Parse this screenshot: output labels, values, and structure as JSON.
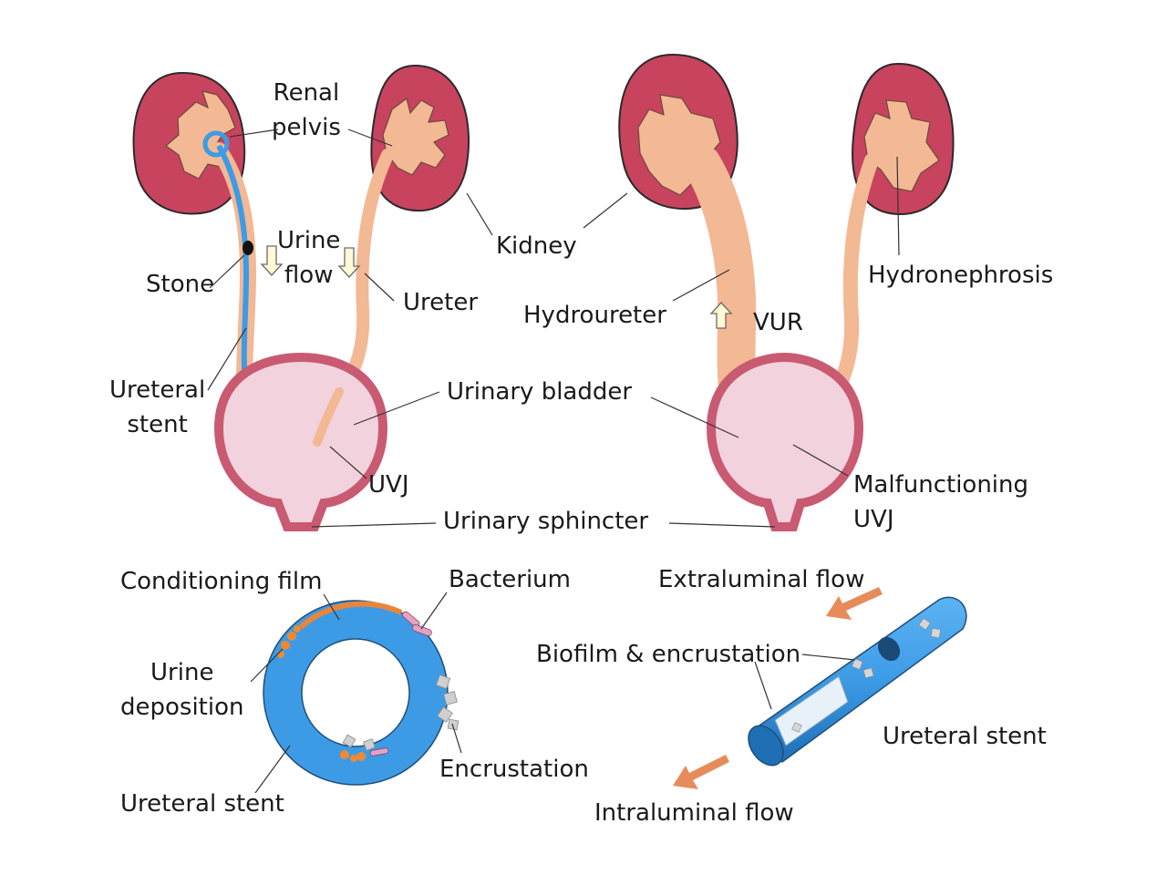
{
  "labels": {
    "renal_pelvis": [
      "Renal",
      "pelvis"
    ],
    "urine_flow": [
      "Urine",
      "flow"
    ],
    "stone": "Stone",
    "ureter": "Ureter",
    "kidney": "Kidney",
    "hydroureter": "Hydroureter",
    "vur": "VUR",
    "hydronephrosis": "Hydronephrosis",
    "ureteral_stent_top": [
      "Ureteral",
      "stent"
    ],
    "urinary_bladder": "Urinary bladder",
    "uvj": "UVJ",
    "malfunctioning_uvj": [
      "Malfunctioning",
      "UVJ"
    ],
    "urinary_sphincter": "Urinary sphincter",
    "conditioning_film": "Conditioning film",
    "bacterium": "Bacterium",
    "urine_deposition": [
      "Urine",
      "deposition"
    ],
    "encrustation": "Encrustation",
    "ureteral_stent_cross": "Ureteral stent",
    "extraluminal_flow": "Extraluminal flow",
    "biofilm_encrustation": "Biofilm & encrustation",
    "ureteral_stent_tube": "Ureteral stent",
    "intraluminal_flow": "Intraluminal flow"
  },
  "colors": {
    "kidney": "#c8435e",
    "pelvis": "#f3b894",
    "bladder_wall": "#c85a72",
    "bladder_fill": "#f2d2dc",
    "stent": "#3d9be6",
    "flow_arrow": "#e68c5a",
    "crystal": "#c9c9c9",
    "deposit": "#f08a2e"
  }
}
